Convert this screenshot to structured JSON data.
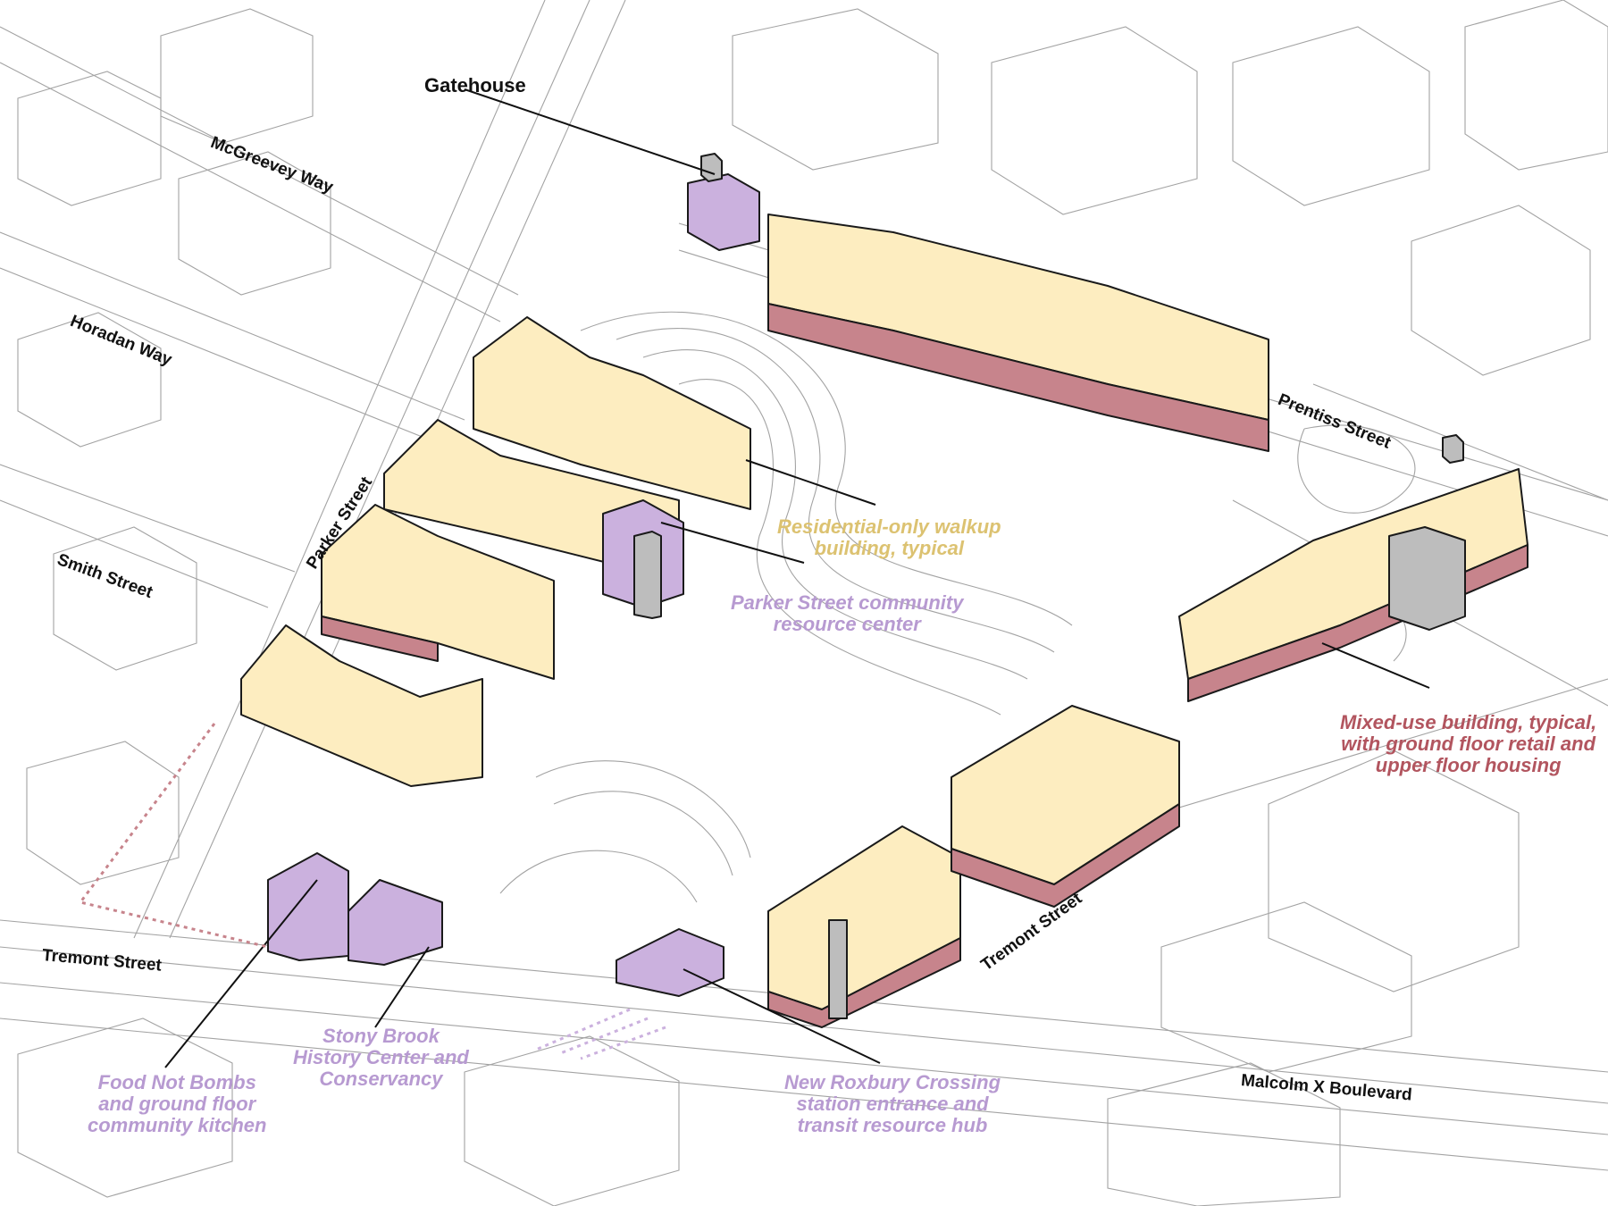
{
  "colors": {
    "residential_fill": "#fdedc0",
    "mixed_use_ground": "#c7848c",
    "community_fill": "#cbb1de",
    "gray_tower": "#bdbdbd",
    "context_line": "#9a9a9a",
    "label_purple": "#b79ad1",
    "label_yellow": "#dcc271",
    "label_red": "#b2555f"
  },
  "streets": {
    "mcgreevey": "McGreevey Way",
    "horadan": "Horadan Way",
    "smith": "Smith Street",
    "parker": "Parker Street",
    "prentiss": "Prentiss Street",
    "tremont_left": "Tremont Street",
    "tremont_right": "Tremont Street",
    "malcolm": "Malcolm X Boulevard"
  },
  "callouts": {
    "gatehouse": "Gatehouse",
    "residential": [
      "Residential-only walkup",
      "building, typical"
    ],
    "parker_center": [
      "Parker Street community",
      "resource center"
    ],
    "mixed_use": [
      "Mixed-use building, typical,",
      "with ground floor retail and",
      "upper floor housing"
    ],
    "food": [
      "Food Not Bombs",
      "and ground floor",
      "community kitchen"
    ],
    "stony_brook": [
      "Stony Brook",
      "History Center and",
      "Conservancy"
    ],
    "roxbury": [
      "New Roxbury Crossing",
      "station entrance and",
      "transit resource hub"
    ]
  }
}
